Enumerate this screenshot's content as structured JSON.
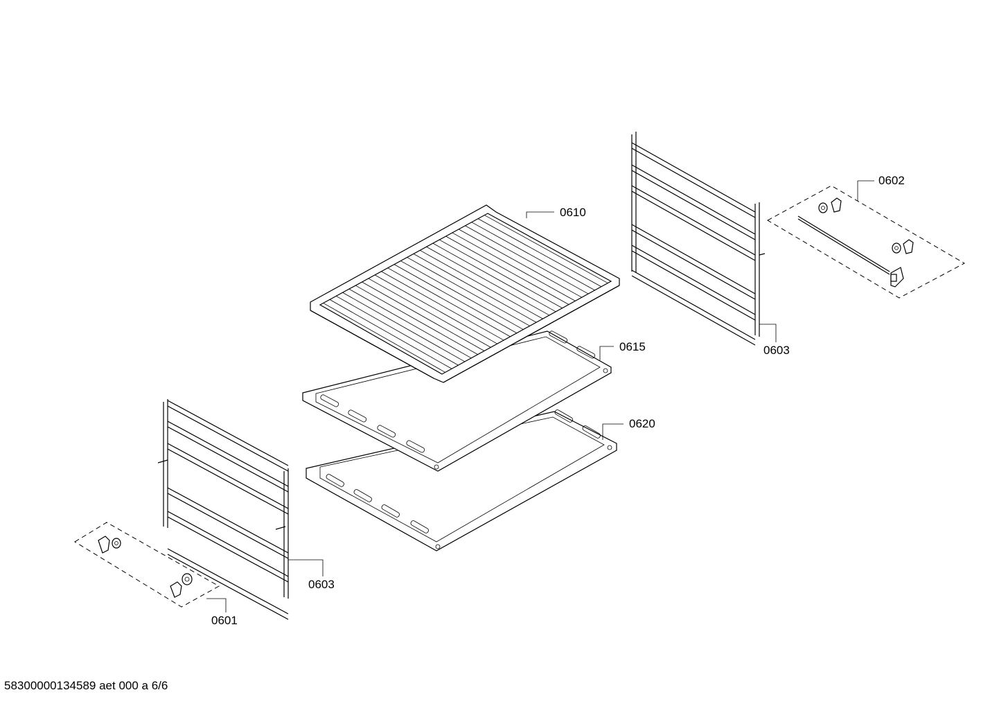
{
  "parts": [
    {
      "id": "0610",
      "name": "wire-shelf"
    },
    {
      "id": "0615",
      "name": "baking-tray"
    },
    {
      "id": "0620",
      "name": "deep-pan"
    },
    {
      "id": "0603",
      "name": "rack-rail-right"
    },
    {
      "id": "0602",
      "name": "fixing-kit-right"
    },
    {
      "id": "0603",
      "name": "rack-rail-left"
    },
    {
      "id": "0601",
      "name": "fixing-kit-left"
    }
  ],
  "footer": "58300000134589 aet 000 a 6/6"
}
